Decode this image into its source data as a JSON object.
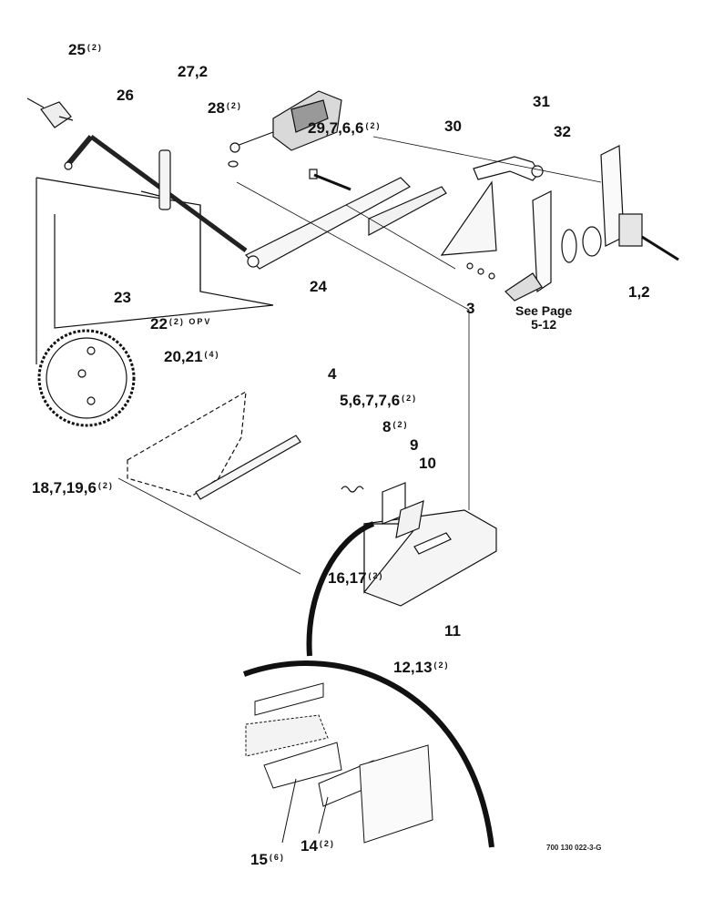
{
  "diagram": {
    "callouts": [
      {
        "id": "c25",
        "label": "25",
        "qty": "(2)"
      },
      {
        "id": "c26",
        "label": "26",
        "qty": ""
      },
      {
        "id": "c27",
        "label": "27,2",
        "qty": ""
      },
      {
        "id": "c28",
        "label": "28",
        "qty": "(2)"
      },
      {
        "id": "c29",
        "label": "29,7,6,6",
        "qty": "(2)"
      },
      {
        "id": "c30",
        "label": "30",
        "qty": ""
      },
      {
        "id": "c31",
        "label": "31",
        "qty": ""
      },
      {
        "id": "c32",
        "label": "32",
        "qty": ""
      },
      {
        "id": "c24",
        "label": "24",
        "qty": ""
      },
      {
        "id": "c3",
        "label": "3",
        "qty": ""
      },
      {
        "id": "c12b",
        "label": "1,2",
        "qty": ""
      },
      {
        "id": "c23",
        "label": "23",
        "qty": ""
      },
      {
        "id": "c22",
        "label": "22",
        "qty": "(2) OPV"
      },
      {
        "id": "c2021",
        "label": "20,21",
        "qty": "(4)"
      },
      {
        "id": "c4",
        "label": "4",
        "qty": ""
      },
      {
        "id": "c5",
        "label": "5,6,7,7,6",
        "qty": "(2)"
      },
      {
        "id": "c8",
        "label": "8",
        "qty": "(2)"
      },
      {
        "id": "c9",
        "label": "9",
        "qty": ""
      },
      {
        "id": "c10",
        "label": "10",
        "qty": ""
      },
      {
        "id": "c18",
        "label": "18,7,19,6",
        "qty": "(2)"
      },
      {
        "id": "c16",
        "label": "16,17",
        "qty": "(2)"
      },
      {
        "id": "c11",
        "label": "11",
        "qty": ""
      },
      {
        "id": "c12",
        "label": "12,13",
        "qty": "(2)"
      },
      {
        "id": "c14",
        "label": "14",
        "qty": "(2)"
      },
      {
        "id": "c15",
        "label": "15",
        "qty": "(6)"
      }
    ],
    "see_page": {
      "line1": "See Page",
      "line2": "5-12"
    },
    "drawing_number": "700 130 022-3-G"
  },
  "colors": {
    "ink": "#111111",
    "paper": "#ffffff",
    "shade": "#bdbdbd"
  }
}
